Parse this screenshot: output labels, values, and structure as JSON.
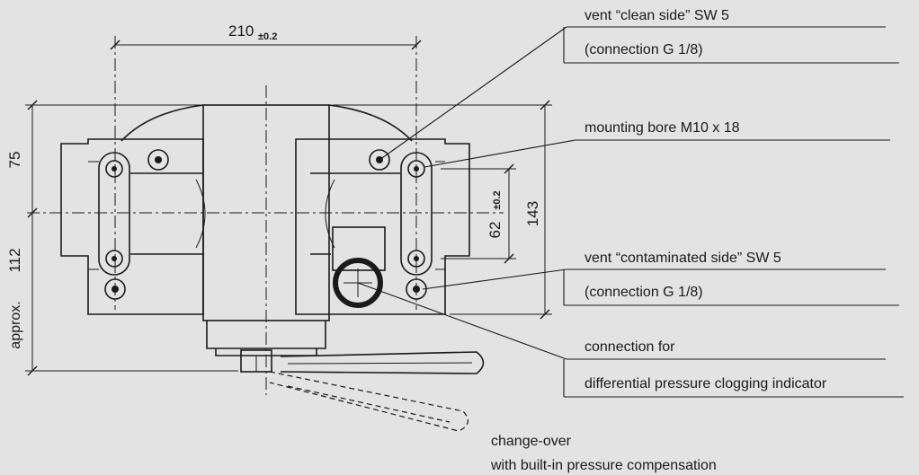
{
  "dimensions": {
    "width_main": "210",
    "width_tol": "±0.2",
    "height_upper": "75",
    "height_lower": "112",
    "height_lower_prefix": "approx.",
    "height_total": "143",
    "bore_spacing": "62",
    "bore_spacing_tol": "±0.2"
  },
  "callouts": {
    "vent_clean": "vent “clean side” SW 5",
    "vent_clean_connection": "(connection G 1/8)",
    "mounting_bore": "mounting bore M10 x 18",
    "vent_contaminated": "vent “contaminated side” SW 5",
    "vent_contaminated_connection": "(connection G 1/8)",
    "indicator_line1": "connection for",
    "indicator_line2": "differential pressure clogging indicator",
    "changeover_line1": "change-over",
    "changeover_line2": "with built-in pressure compensation"
  }
}
